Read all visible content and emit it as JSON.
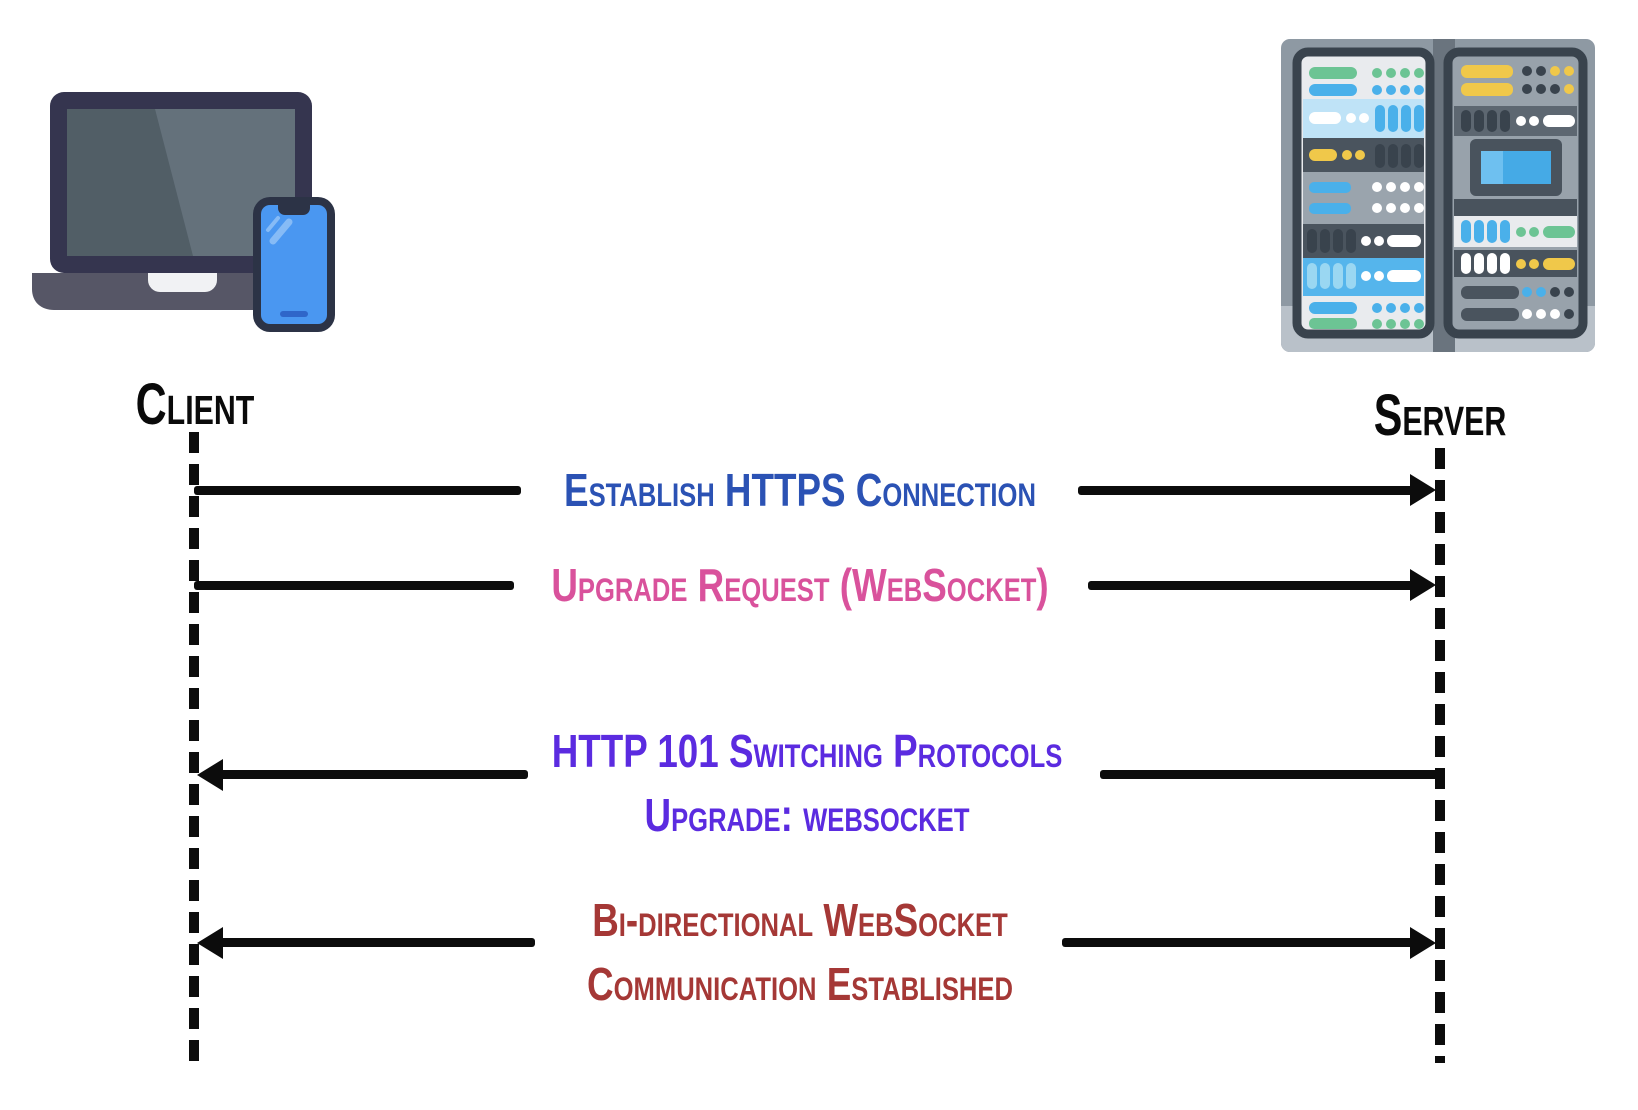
{
  "actors": {
    "client": {
      "label": "Client",
      "icon": "laptop-and-phone-icon"
    },
    "server": {
      "label": "Server",
      "icon": "server-rack-icon"
    }
  },
  "messages": [
    {
      "from": "Client",
      "to": "Server",
      "direction": "right",
      "color": "#2b52b4",
      "lines": [
        "Establish HTTPS Connection"
      ]
    },
    {
      "from": "Client",
      "to": "Server",
      "direction": "right",
      "color": "#d9529c",
      "lines": [
        "Upgrade Request (WebSocket)"
      ]
    },
    {
      "from": "Server",
      "to": "Client",
      "direction": "left",
      "color": "#5b2be0",
      "lines": [
        "HTTP 101 Switching Protocols",
        "Upgrade: websocket"
      ]
    },
    {
      "from": "Client",
      "to": "Server",
      "direction": "both",
      "color": "#a53836",
      "lines": [
        "Bi-directional WebSocket",
        "Communication Established"
      ]
    }
  ],
  "palette": {
    "line_black": "#0c0c0c",
    "label_black": "#0a0a0a",
    "msg1_blue": "#2b52b4",
    "msg2_pink": "#d9529c",
    "msg3_purple": "#5b2be0",
    "msg4_dark_red": "#a53836",
    "background": "#ffffff"
  }
}
